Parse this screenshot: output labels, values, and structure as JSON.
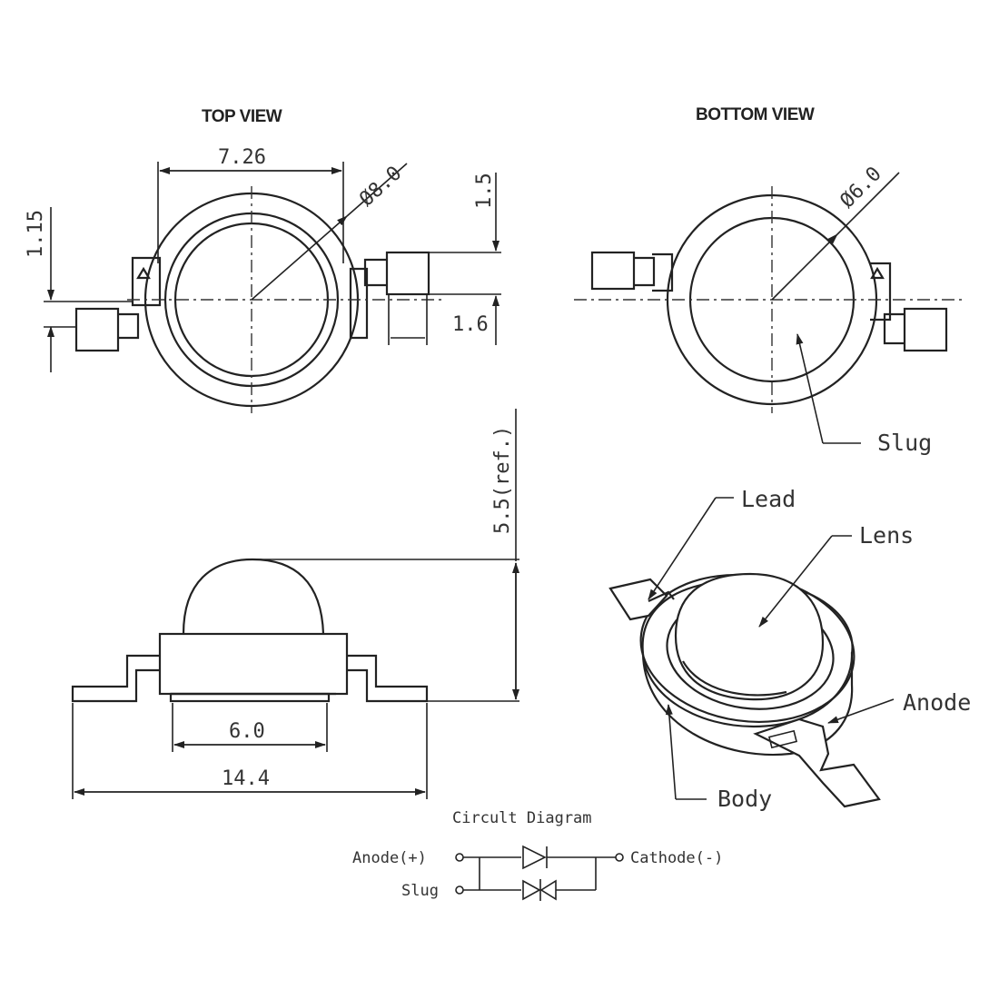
{
  "views": {
    "top_view_title": "TOP VIEW",
    "bottom_view_title": "BOTTOM VIEW"
  },
  "dimensions": {
    "width_7_26": "7.26",
    "diameter_8_0": "Ø8.0",
    "lead_1_5": "1.5",
    "lead_1_15": "1.15",
    "lead_1_6": "1.6",
    "diameter_6_0": "Ø6.0",
    "height_ref": "5.5(ref.)",
    "base_6_0": "6.0",
    "overall_14_4": "14.4"
  },
  "callouts": {
    "slug": "Slug",
    "lead": "Lead",
    "lens": "Lens",
    "anode": "Anode",
    "body": "Body"
  },
  "circuit": {
    "title": "Circult Diagram",
    "anode": "Anode(+)",
    "cathode": "Cathode(-)",
    "slug": "Slug"
  }
}
